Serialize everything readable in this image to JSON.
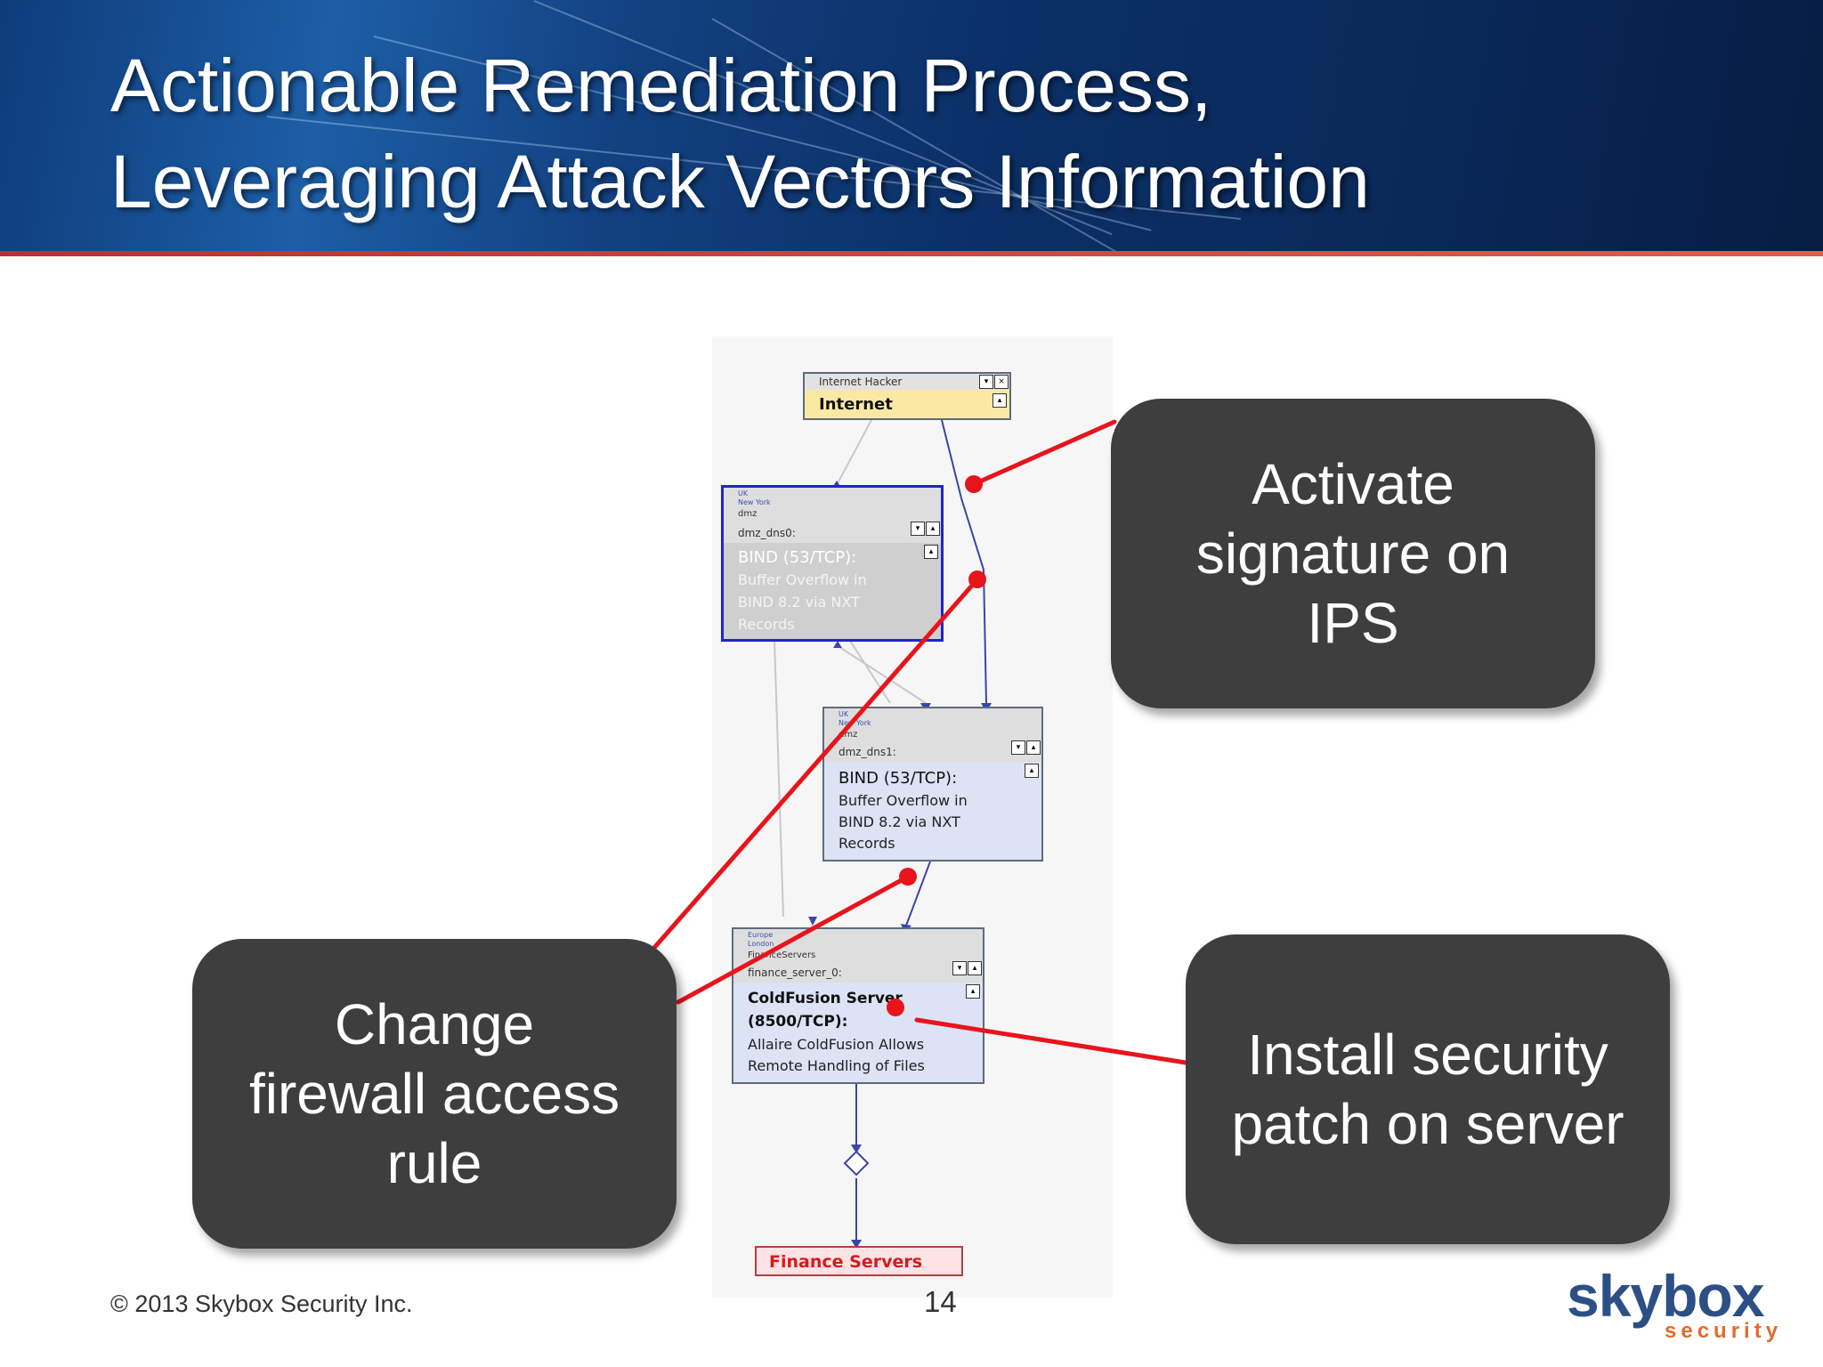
{
  "title": {
    "line1": "Actionable Remediation Process,",
    "line2": "Leveraging Attack Vectors Information"
  },
  "diagram": {
    "internet_node": {
      "header": "Internet Hacker",
      "label": "Internet"
    },
    "dns0_node": {
      "tiny_lines": [
        "UK",
        "New York"
      ],
      "zone": "dmz",
      "host": "dmz_dns0:",
      "service": "BIND (53/TCP):",
      "desc_lines": [
        "Buffer Overflow in",
        "BIND 8.2 via NXT",
        "Records"
      ]
    },
    "dns1_node": {
      "tiny_lines": [
        "UK",
        "New York"
      ],
      "zone": "dmz",
      "host": "dmz_dns1:",
      "service": "BIND (53/TCP):",
      "desc_lines": [
        "Buffer Overflow in",
        "BIND 8.2 via NXT",
        "Records"
      ]
    },
    "finance_node": {
      "tiny_lines": [
        "Europe",
        "London"
      ],
      "zone": "FinanceServers",
      "host": "finance_server_0:",
      "service_lines": [
        "ColdFusion Server",
        "(8500/TCP):"
      ],
      "desc_lines": [
        "Allaire ColdFusion Allows",
        "Remote Handling of Files"
      ]
    },
    "target_node": {
      "label": "Finance Servers"
    }
  },
  "callouts": {
    "ips": [
      "Activate",
      "signature on",
      "IPS"
    ],
    "firewall": [
      "Change",
      "firewall access",
      "rule"
    ],
    "patch": [
      "Install security",
      "patch on server"
    ]
  },
  "footer": {
    "copyright": "© 2013 Skybox Security Inc.",
    "page_number": "14"
  },
  "logo": {
    "word": "skybox",
    "sub": "security"
  },
  "colors": {
    "header_blue": "#0d3c7a",
    "callout_bg": "#3e3e3e",
    "connector_red": "#e8141c",
    "internet_node": "#fbe9a3",
    "selected_border": "#1f25c9",
    "node_fill": "#dbe3f5",
    "target_text": "#d8191f",
    "logo_blue": "#2c4f86",
    "logo_orange": "#e36b2c"
  }
}
